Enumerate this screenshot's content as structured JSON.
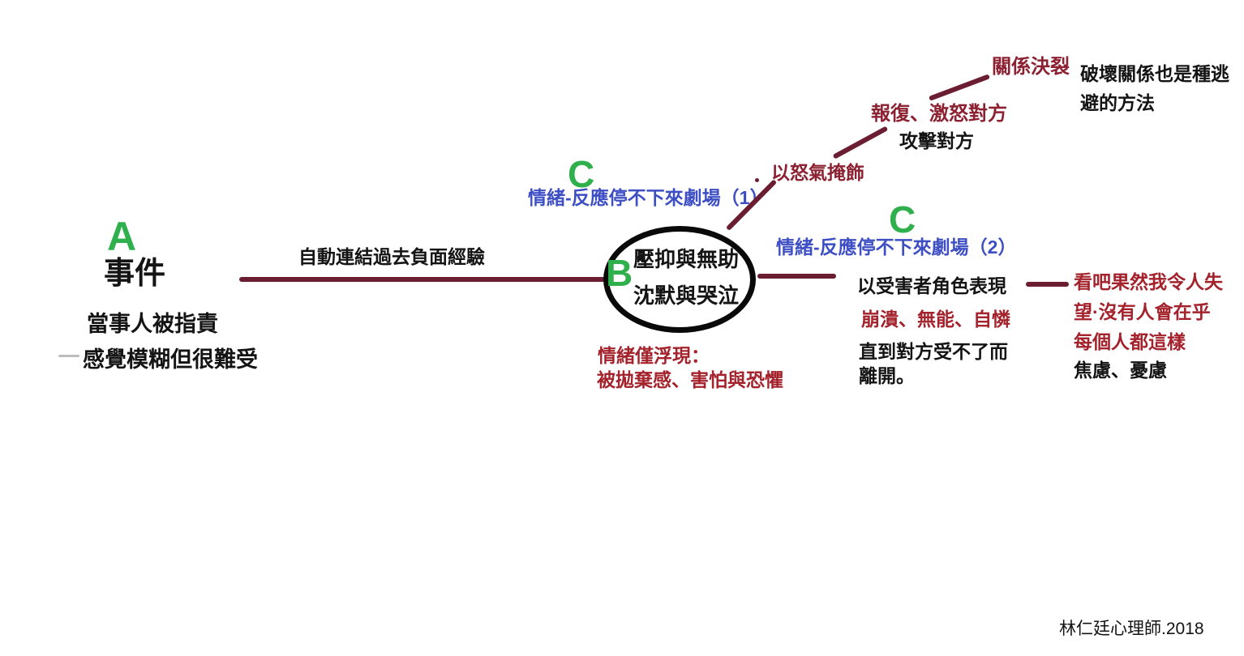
{
  "colors": {
    "line_maroon": "#6b1d31",
    "text_maroon": "#8c2132",
    "text_crimson": "#a3222c",
    "text_blue": "#3e4fc4",
    "letter_green": "#2fb04c",
    "text_black": "#141414"
  },
  "node_a": {
    "letter": "A",
    "title": "事件",
    "desc_line1": "當事人被指責",
    "desc_line2": "感覺模糊但很難受"
  },
  "link_a_to_b": {
    "label": "自動連結過去負面經驗"
  },
  "node_b": {
    "letter": "B",
    "circle_line1": "壓抑與無助",
    "circle_line2": "沈默與哭泣",
    "sub_line1": "情緒僅浮現：",
    "sub_line2": "被拋棄感、害怕與恐懼"
  },
  "branch_c1": {
    "letter": "C",
    "label": "情緒-反應停不下來劇場（1）",
    "step1": "以怒氣掩飾",
    "step2": "報復、激怒對方",
    "step2_note": "攻擊對方",
    "step3": "關係決裂",
    "side_note_line1": "破壞關係也是種逃",
    "side_note_line2": "避的方法"
  },
  "branch_c2": {
    "letter": "C",
    "label": "情緒-反應停不下來劇場（2）",
    "line1": "以受害者角色表現",
    "line2": "崩潰、無能、自憐",
    "line3": "直到對方受不了而",
    "line4": "離開。",
    "result_line1": "看吧果然我令人失",
    "result_line2": "望·沒有人會在乎",
    "result_line3": "每個人都這樣",
    "result_line4": "焦慮、憂慮"
  },
  "footer": {
    "signature": "林仁廷心理師.2018"
  }
}
